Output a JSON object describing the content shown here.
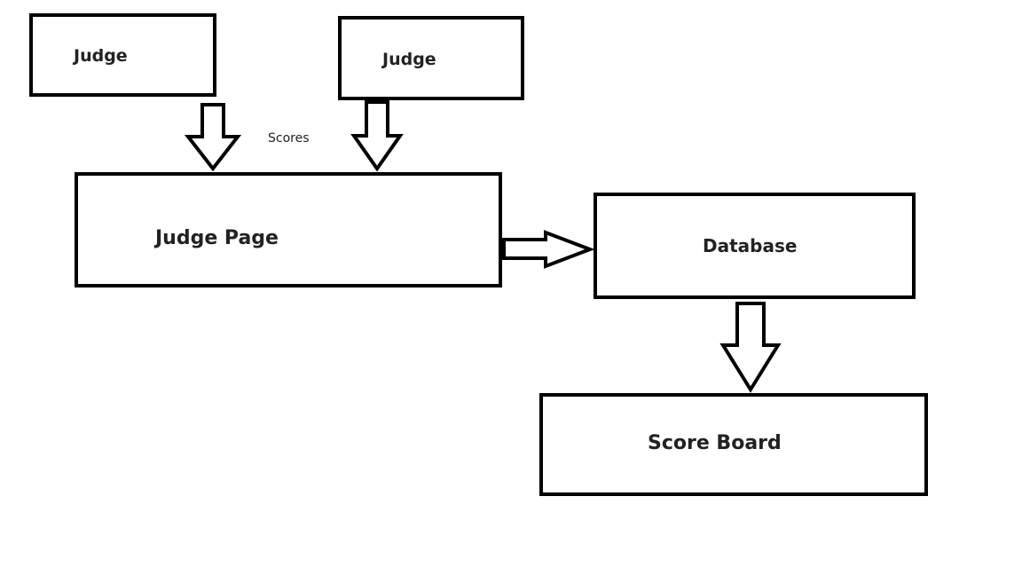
{
  "diagram": {
    "nodes": {
      "judge_1": {
        "label": "Judge"
      },
      "judge_2": {
        "label": "Judge"
      },
      "judge_page": {
        "label": "Judge Page"
      },
      "database": {
        "label": "Database"
      },
      "score_board": {
        "label": "Score Board"
      }
    },
    "edges": [
      {
        "from": "judge_1",
        "to": "judge_page"
      },
      {
        "from": "judge_2",
        "to": "judge_page"
      },
      {
        "from": "judge_page",
        "to": "database"
      },
      {
        "from": "database",
        "to": "score_board"
      }
    ],
    "annotations": {
      "scores_label": "Scores"
    },
    "colors": {
      "stroke": "#000000",
      "fill": "#ffffff",
      "text": "#222222"
    }
  }
}
